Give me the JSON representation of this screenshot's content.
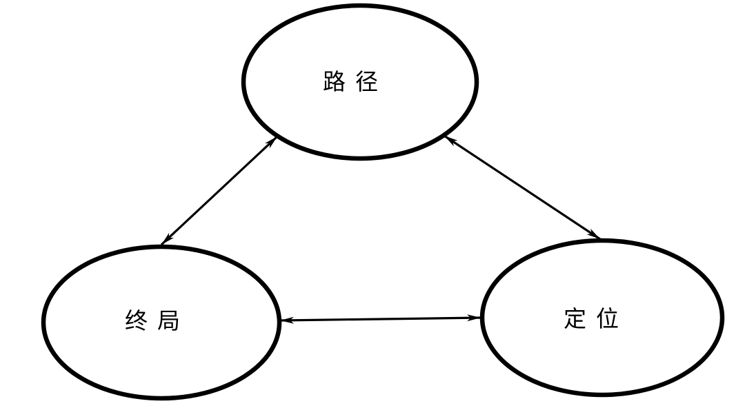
{
  "canvas": {
    "background_color": "#ffffff",
    "stroke_color": "#000000"
  },
  "diagram": {
    "type": "triangle-relationship",
    "nodes": [
      {
        "id": "lujing",
        "label": "路径",
        "shape": "ellipse",
        "position": "top-center"
      },
      {
        "id": "zhongju",
        "label": "终局",
        "shape": "ellipse",
        "position": "bottom-left"
      },
      {
        "id": "dingwei",
        "label": "定位",
        "shape": "ellipse",
        "position": "bottom-right"
      }
    ],
    "edges": [
      {
        "from": "zhongju",
        "to": "lujing",
        "style": "line",
        "arrows": "bidirectional"
      },
      {
        "from": "lujing",
        "to": "dingwei",
        "style": "line",
        "arrows": "bidirectional"
      },
      {
        "from": "zhongju",
        "to": "dingwei",
        "style": "line",
        "arrows": "bidirectional"
      }
    ]
  }
}
